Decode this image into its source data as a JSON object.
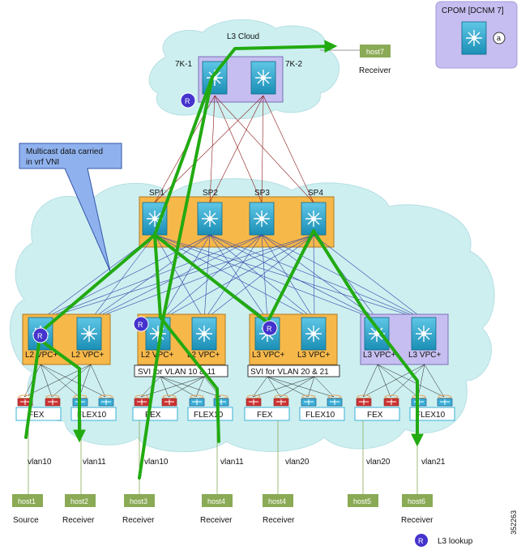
{
  "cpom": {
    "label": "CPOM [DCNM 7]",
    "badge": "a"
  },
  "cloud": {
    "label": "L3 Cloud"
  },
  "core": [
    {
      "label": "7K-1"
    },
    {
      "label": "7K-2"
    }
  ],
  "callout": {
    "line1": "Multicast data carried",
    "line2": "in vrf VNI"
  },
  "spines": [
    {
      "label": "SP1"
    },
    {
      "label": "SP2"
    },
    {
      "label": "SP3"
    },
    {
      "label": "SP4"
    }
  ],
  "leaf_labels": [
    "L2 VPC+",
    "L2 VPC+",
    "L2 VPC+",
    "L2 VPC+",
    "L3 VPC+",
    "L3 VPC+",
    "L3 VPC+",
    "L3 VPC+"
  ],
  "svi": [
    "SVI for VLAN 10 & 11",
    "SVI for VLAN 20 & 21"
  ],
  "fex_labels": [
    "FEX",
    "FLEX10",
    "FEX",
    "FLEX10",
    "FEX",
    "FLEX10",
    "FEX",
    "FLEX10"
  ],
  "vlans": [
    "vlan10",
    "vlan11",
    "vlan10",
    "vlan11",
    "vlan20",
    "vlan20",
    "vlan21"
  ],
  "hosts": [
    {
      "name": "host1",
      "role": "Source"
    },
    {
      "name": "host2",
      "role": "Receiver"
    },
    {
      "name": "host3",
      "role": "Receiver"
    },
    {
      "name": "host4",
      "role": "Receiver"
    },
    {
      "name": "host4",
      "role": "Receiver"
    },
    {
      "name": "host5",
      "role": ""
    },
    {
      "name": "host6",
      "role": "Receiver"
    }
  ],
  "host7": {
    "name": "host7",
    "role": "Receiver"
  },
  "legend": {
    "symbol": "R",
    "label": "L3 lookup"
  },
  "figure_id": "352263",
  "colors": {
    "cloud": "#cdeff0",
    "highlight_box": "#f7b84a",
    "purple_box": "#c6bef0",
    "path": "#22aa11",
    "link": "#3344aa",
    "router_badge": "#4433cc",
    "host_box": "#8aaa55"
  }
}
